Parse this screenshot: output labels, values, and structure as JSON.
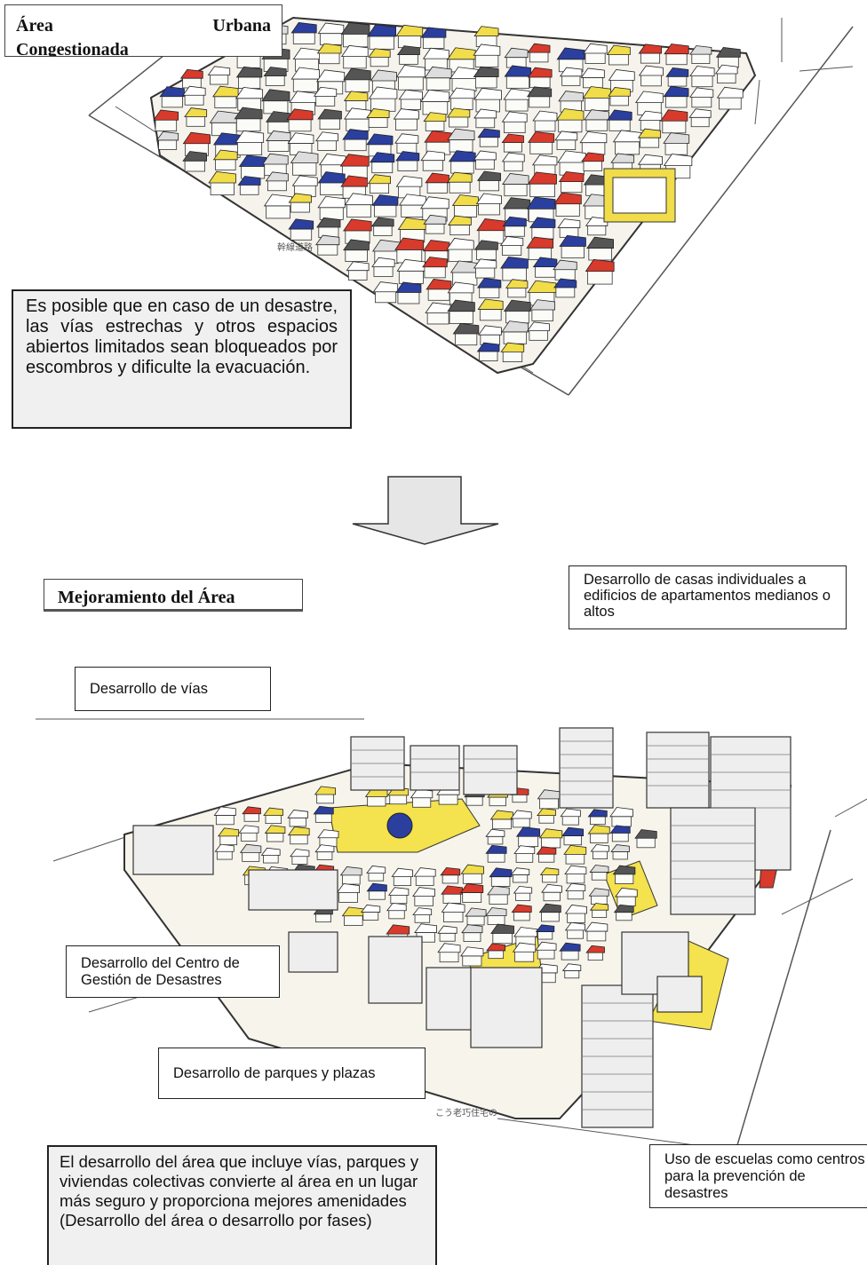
{
  "top_section": {
    "title_left": "Área",
    "title_right": "Urbana",
    "title_cut": "Congestionada",
    "road_label": "幹線道路",
    "warning_text": "Es posible que en caso de un desastre, las vías estrechas y otros espacios abiertos limitados sean bloqueados por escombros y dificulte la evacuación."
  },
  "bottom_section": {
    "title": "Mejoramiento del Área",
    "label_apartments": "Desarrollo de casas individuales a edificios de apartamentos medianos o altos",
    "label_roads": "Desarrollo de vías",
    "label_disaster_center": "Desarrollo del Centro de Gestión de Desastres",
    "label_parks": "Desarrollo de parques y plazas",
    "caption_jp": "こう老巧住宅の",
    "summary_text": "El desarrollo del área que incluye vías, parques y viviendas colectivas convierte al área en un lugar más seguro y proporciona mejores amenidades (Desarrollo del área o desarrollo por fases)",
    "label_schools": "Uso de escuelas como centros para la prevención de desastres"
  },
  "colors": {
    "roof_red": "#d83a2c",
    "roof_blue": "#2b3f9e",
    "roof_yellow": "#f1dc4a",
    "park_yellow": "#f4e24e",
    "box_gray": "#f0f0f0",
    "arrow_gray": "#e6e6e6"
  }
}
